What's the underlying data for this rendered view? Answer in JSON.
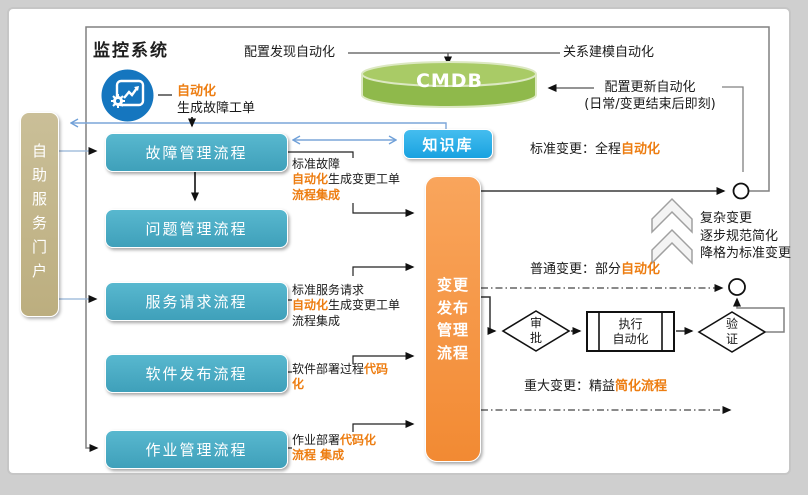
{
  "title": "监控系统",
  "portal": {
    "label": "自助服务门户"
  },
  "processes": [
    {
      "label": "故障管理流程"
    },
    {
      "label": "问题管理流程"
    },
    {
      "label": "服务请求流程"
    },
    {
      "label": "软件发布流程"
    },
    {
      "label": "作业管理流程"
    }
  ],
  "change_box": {
    "label": "变更\n发布\n管理\n流程"
  },
  "knowledge_base": {
    "label": "知识库"
  },
  "cmdb": {
    "label": "CMDB",
    "discovery": "配置发现自动化",
    "relation": "关系建模自动化",
    "update": "配置更新自动化\n(日常/变更结束后即刻)"
  },
  "annotations": {
    "monitor": {
      "lines": [
        [
          {
            "t": "自动化",
            "o": true
          }
        ],
        [
          {
            "t": "生成故障工单"
          }
        ]
      ]
    },
    "fault": {
      "lines": [
        [
          {
            "t": "标准故障"
          }
        ],
        [
          {
            "t": "自动化",
            "o": true
          },
          {
            "t": "生成变更工单"
          }
        ],
        [
          {
            "t": "流程集成",
            "o": true
          }
        ]
      ]
    },
    "service": {
      "lines": [
        [
          {
            "t": "标准服务请求"
          }
        ],
        [
          {
            "t": "自动化",
            "o": true
          },
          {
            "t": "生成变更工单"
          }
        ],
        [
          {
            "t": "流程集成"
          }
        ]
      ]
    },
    "software": {
      "lines": [
        [
          {
            "t": "软件部署过程"
          },
          {
            "t": "代码",
            "o": true
          }
        ],
        [
          {
            "t": "化",
            "o": true
          }
        ]
      ]
    },
    "job": {
      "lines": [
        [
          {
            "t": "作业部署"
          },
          {
            "t": "代码化",
            "o": true
          }
        ],
        [
          {
            "t": "流程 集成",
            "o": true
          }
        ]
      ]
    }
  },
  "change_types": {
    "standard": [
      [
        {
          "t": "标准变更：全程"
        },
        {
          "t": "自动化",
          "o": true
        }
      ]
    ],
    "normal": [
      [
        {
          "t": "普通变更：部分"
        },
        {
          "t": "自动化",
          "o": true
        }
      ]
    ],
    "major": [
      [
        {
          "t": "重大变更：精益"
        },
        {
          "t": "简化流程",
          "o": true
        }
      ]
    ],
    "complex_note": "复杂变更\n逐步规范简化\n降格为标准变更"
  },
  "flow": {
    "approve": "审\n批",
    "execute": "执行\n自动化",
    "verify": "验\n证"
  },
  "colors": {
    "process_teal": "#4aaec8",
    "change_orange": "#f79646",
    "cmdb_green": "#94bd4f",
    "knowledge_azure": "#29abe2",
    "portal_tan": "#c4b88d",
    "highlight_orange": "#ed7d11",
    "wire_blue": "#7ca6d9",
    "wire_gray": "#808080"
  }
}
